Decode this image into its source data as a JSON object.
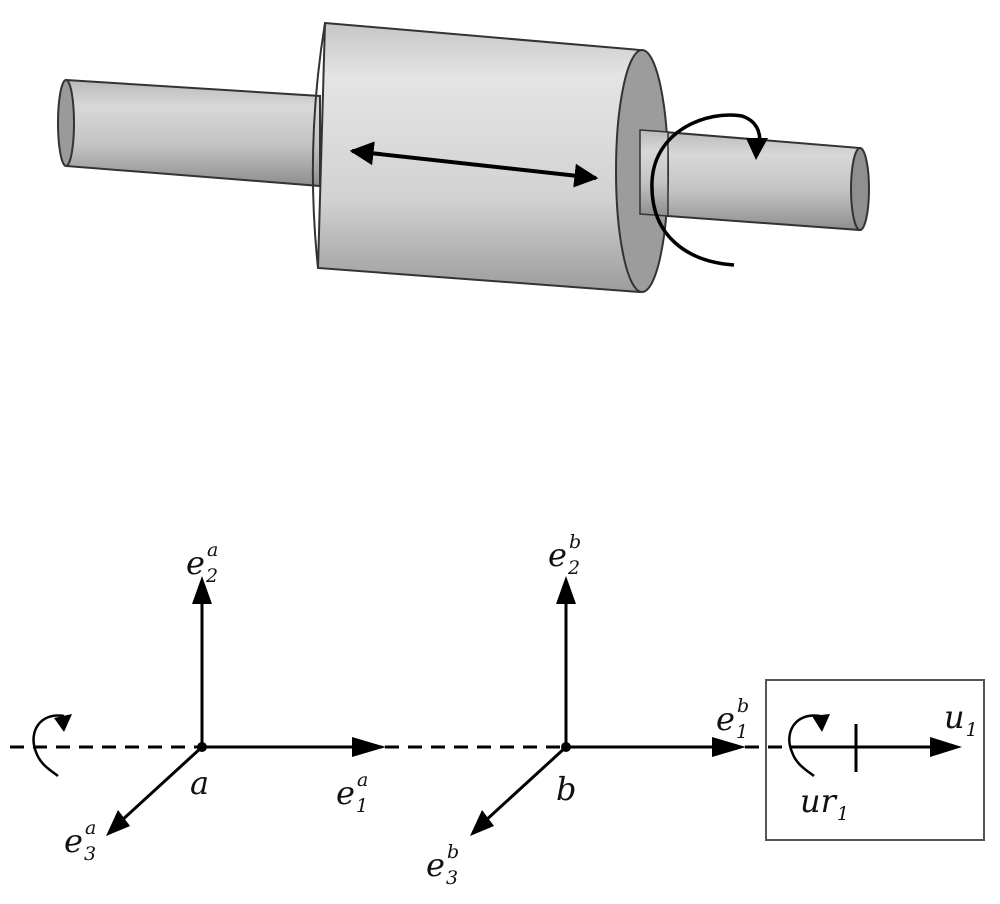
{
  "labels": {
    "point_a": "a",
    "point_b": "b",
    "e_base": "e",
    "sub_1": "1",
    "sub_2": "2",
    "sub_3": "3",
    "sup_a": "a",
    "sup_b": "b",
    "u_base": "u",
    "ur_base": "ur"
  },
  "colors": {
    "line": "#000000",
    "shaft_light": "#d4d4d4",
    "shaft_dark": "#8e8e8e",
    "sleeve_light": "#e2e2e2",
    "sleeve_dark": "#9a9a9a",
    "box_stroke": "#555555"
  }
}
